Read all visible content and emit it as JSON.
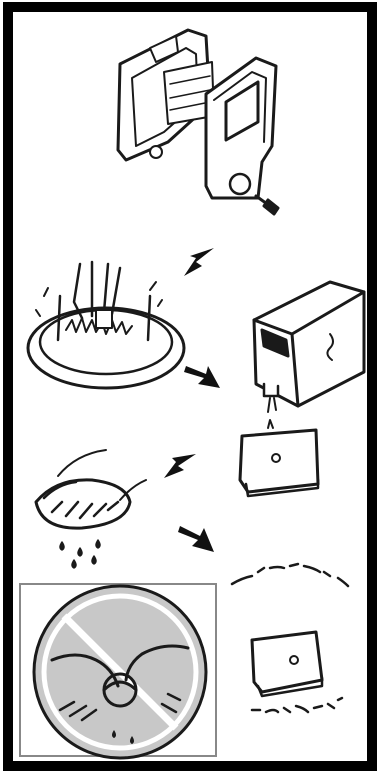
{
  "figure": {
    "panels": [
      {
        "id": "air-filter-housing",
        "depicts": "air-filter-cover-removal-icon"
      },
      {
        "id": "washing-filter",
        "depicts": "hand-washing-icon"
      },
      {
        "id": "detergent-dispenser",
        "depicts": "soap-dispenser-icon"
      },
      {
        "id": "squeezing-filter",
        "depicts": "squeeze-water-icon"
      },
      {
        "id": "drying-filter",
        "depicts": "air-dry-icon"
      },
      {
        "id": "do-not-wring",
        "depicts": "prohibited-wringing-icon"
      }
    ],
    "colors": {
      "frame": "#000000",
      "line": "#1a1a1a",
      "prohibited_fill": "#c8c8c8",
      "background": "#ffffff"
    }
  }
}
